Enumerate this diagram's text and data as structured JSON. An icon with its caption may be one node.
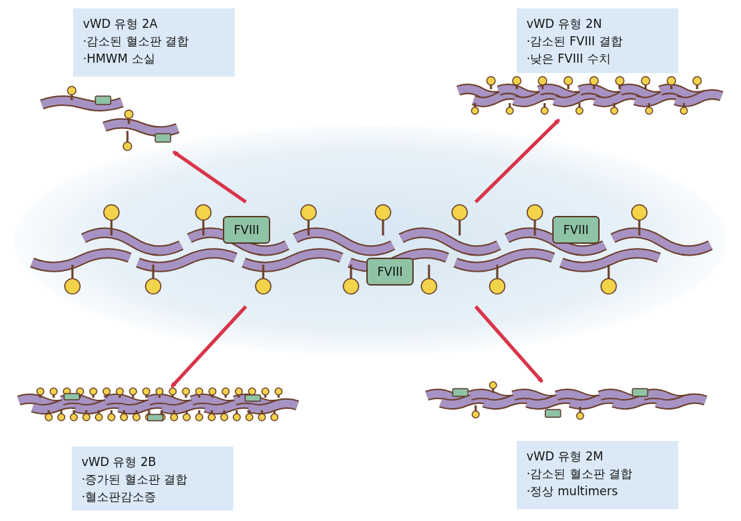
{
  "diagram": {
    "nodes": [
      {
        "text": [
          "vWD 유형 2A",
          "·감소된 혈소판 결합",
          "·HMWM 소실"
        ]
      },
      {
        "text": [
          "vWD 유형 2N",
          "·감소된 FVIII 결합",
          "·낮은 FVIII 수치"
        ]
      },
      {
        "text": [],
        "shape": "picture"
      },
      {
        "text": [],
        "shape": "picture"
      },
      {
        "text": [],
        "shape": "picture"
      },
      {
        "text": [
          "FVIII"
        ],
        "in": 4
      },
      {
        "text": [
          "FVIII"
        ],
        "in": 4
      },
      {
        "text": [
          "FVIII"
        ],
        "in": 4
      },
      {
        "text": [],
        "shape": "picture"
      },
      {
        "text": [],
        "shape": "picture"
      },
      {
        "text": [
          "vWD 유형 2B",
          "·증가된 혈소판 결합",
          "·혈소판감소증"
        ]
      },
      {
        "text": [
          "vWD 유형 2M",
          "·감소된 혈소판 결합",
          "·정상 multimers"
        ]
      }
    ],
    "edges": [
      {
        "from": 4,
        "to": 2,
        "arrow": "to"
      },
      {
        "from": 4,
        "to": 3,
        "arrow": "to"
      },
      {
        "from": 4,
        "to": 8,
        "arrow": "to"
      },
      {
        "from": 4,
        "to": 9,
        "arrow": "to"
      }
    ]
  }
}
